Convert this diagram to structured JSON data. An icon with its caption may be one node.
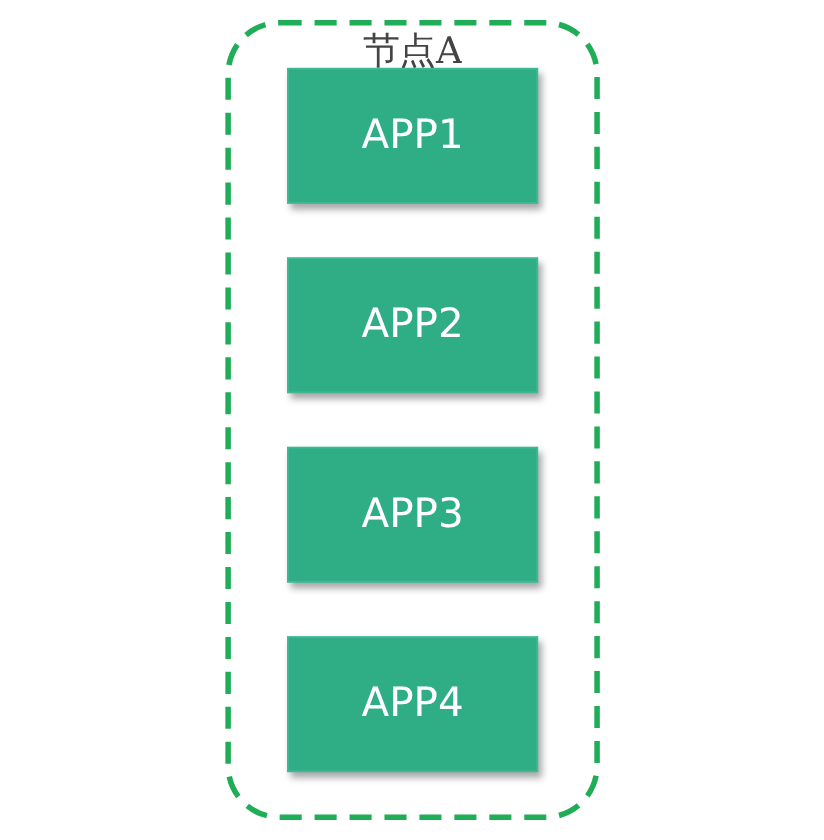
{
  "diagram": {
    "nodes": [
      {
        "text": [
          "节点A"
        ]
      },
      {
        "text": [
          "APP1"
        ],
        "in": 0
      },
      {
        "text": [
          "APP2"
        ],
        "in": 0
      },
      {
        "text": [
          "APP3"
        ],
        "in": 0
      },
      {
        "text": [
          "APP4"
        ],
        "in": 0
      }
    ]
  }
}
